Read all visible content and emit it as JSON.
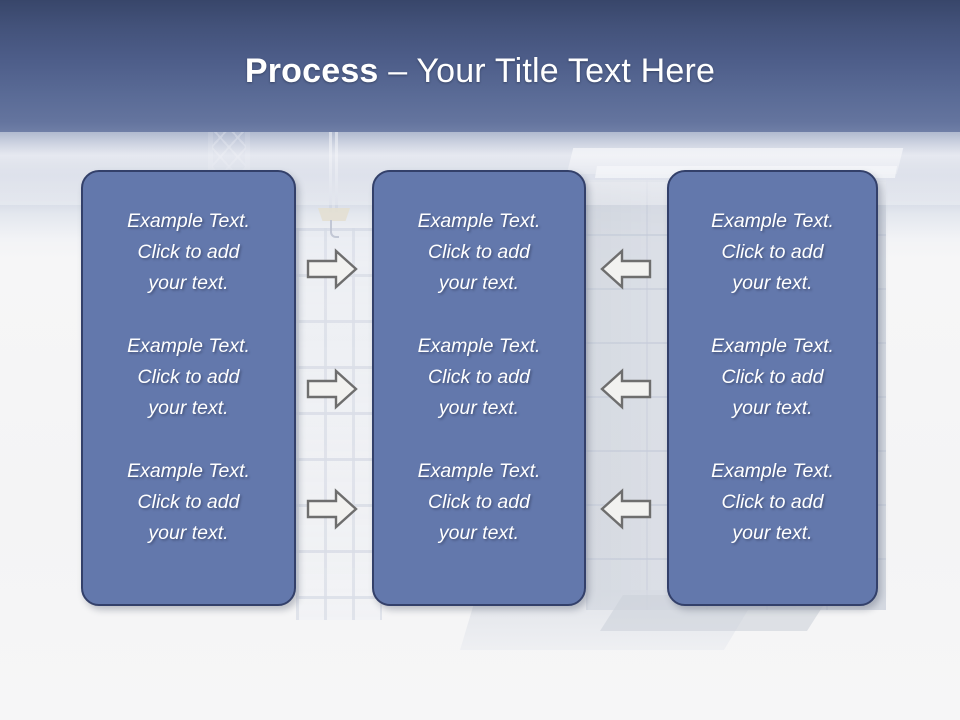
{
  "slide": {
    "title_strong": "Process",
    "title_rest": " – Your Title Text Here",
    "background_description": "construction-site-photo"
  },
  "colors": {
    "header_top": "#38466a",
    "header_bottom": "#6f7ea6",
    "box_fill": "#6378ac",
    "box_border": "#33406a",
    "arrow_fill": "#f2f2f0",
    "arrow_stroke": "#6e6e6e",
    "text": "#ffffff",
    "canvas": "#f5f5f6"
  },
  "columns": [
    {
      "name": "column-1",
      "blocks": [
        "Example Text.\nClick  to add\nyour text.",
        "Example Text.\nClick  to add\nyour text.",
        "Example Text.\nClick  to add\nyour text."
      ]
    },
    {
      "name": "column-2",
      "blocks": [
        "Example Text.\nClick  to add\nyour text.",
        "Example Text.\nClick  to add\nyour text.",
        "Example Text.\nClick  to add\nyour text."
      ]
    },
    {
      "name": "column-3",
      "blocks": [
        "Example Text.\nClick  to add\nyour text.",
        "Example Text.\nClick  to add\nyour text.",
        "Example Text.\nClick  to add\nyour text."
      ]
    }
  ],
  "connectors": [
    {
      "name": "arrow-right-row1",
      "direction": "right"
    },
    {
      "name": "arrow-right-row2",
      "direction": "right"
    },
    {
      "name": "arrow-right-row3",
      "direction": "right"
    },
    {
      "name": "arrow-left-row1",
      "direction": "left"
    },
    {
      "name": "arrow-left-row2",
      "direction": "left"
    },
    {
      "name": "arrow-left-row3",
      "direction": "left"
    }
  ]
}
